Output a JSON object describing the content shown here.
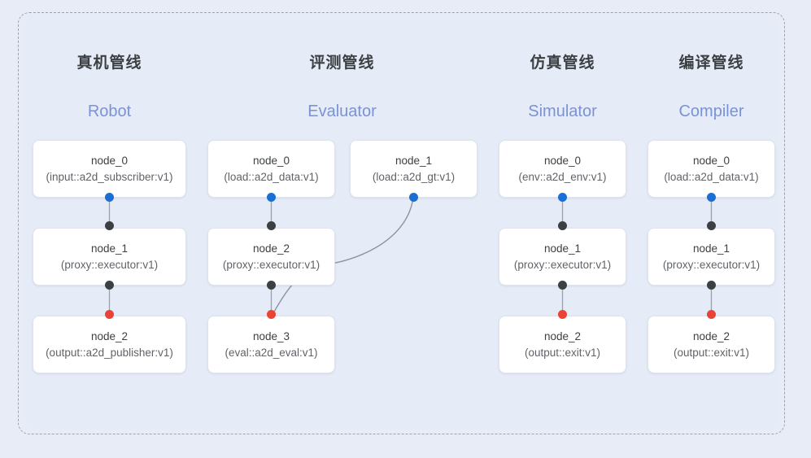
{
  "diagram": {
    "background_color": "#e8ecf7",
    "frame_border_color": "#9aa3b4",
    "accent_color": "#7b92d4",
    "dot_colors": {
      "input": "#1a6fd4",
      "link": "#3c4043",
      "output": "#ea4335"
    }
  },
  "columns": [
    {
      "id": "robot",
      "title_cn": "真机管线",
      "title_en": "Robot",
      "nodes": [
        {
          "name": "node_0",
          "type": "(input::a2d_subscriber:v1)"
        },
        {
          "name": "node_1",
          "type": "(proxy::executor:v1)"
        },
        {
          "name": "node_2",
          "type": "(output::a2d_publisher:v1)"
        }
      ]
    },
    {
      "id": "evaluator",
      "title_cn": "评测管线",
      "title_en": "Evaluator",
      "nodes": [
        {
          "name": "node_0",
          "type": "(load::a2d_data:v1)"
        },
        {
          "name": "node_1",
          "type": "(load::a2d_gt:v1)"
        },
        {
          "name": "node_2",
          "type": "(proxy::executor:v1)"
        },
        {
          "name": "node_3",
          "type": "(eval::a2d_eval:v1)"
        }
      ]
    },
    {
      "id": "simulator",
      "title_cn": "仿真管线",
      "title_en": "Simulator",
      "nodes": [
        {
          "name": "node_0",
          "type": "(env::a2d_env:v1)"
        },
        {
          "name": "node_1",
          "type": "(proxy::executor:v1)"
        },
        {
          "name": "node_2",
          "type": "(output::exit:v1)"
        }
      ]
    },
    {
      "id": "compiler",
      "title_cn": "编译管线",
      "title_en": "Compiler",
      "nodes": [
        {
          "name": "node_0",
          "type": "(load::a2d_data:v1)"
        },
        {
          "name": "node_1",
          "type": "(proxy::executor:v1)"
        },
        {
          "name": "node_2",
          "type": "(output::exit:v1)"
        }
      ]
    }
  ]
}
